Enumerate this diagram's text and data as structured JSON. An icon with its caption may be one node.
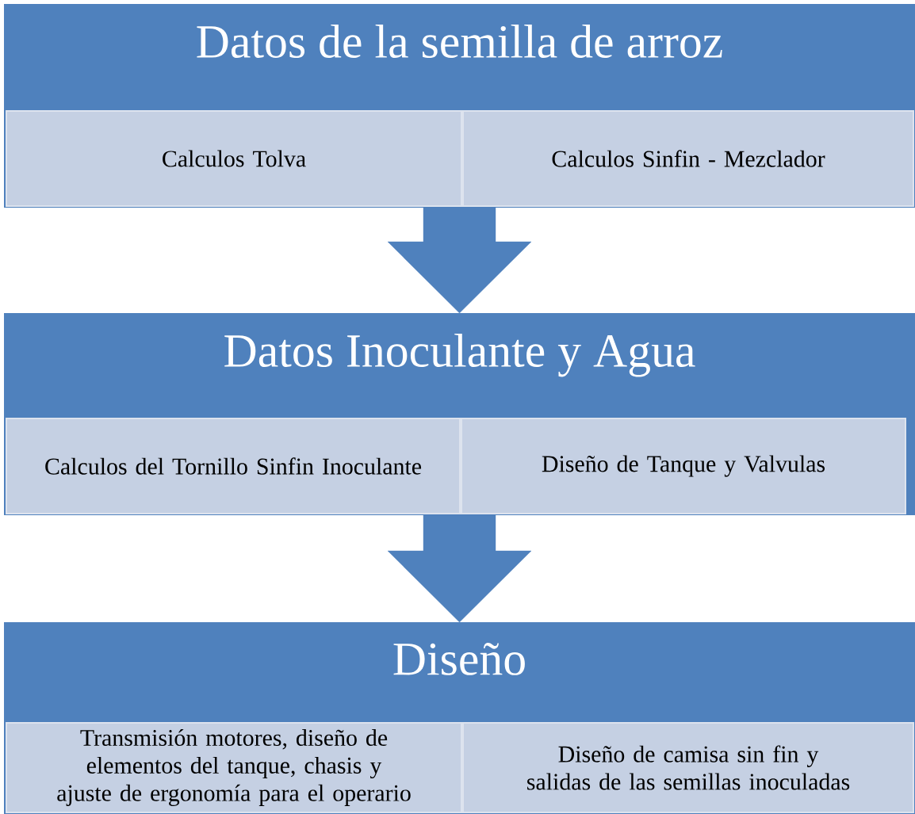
{
  "diagram": {
    "nodes": [
      {
        "text": [
          "Datos de la semilla de arroz"
        ]
      },
      {
        "text": [
          "Calculos Tolva"
        ],
        "in": 0
      },
      {
        "text": [
          "Calculos Sinfin - Mezclador"
        ],
        "in": 0
      },
      {
        "text": [
          "Datos Inoculante y Agua"
        ]
      },
      {
        "text": [
          "Calculos del Tornillo Sinfin Inoculante"
        ],
        "in": 3
      },
      {
        "text": [
          "Diseño de Tanque y Valvulas"
        ],
        "in": 3
      },
      {
        "text": [
          "Diseño"
        ]
      },
      {
        "text": [
          "Transmisión motores, diseño de elementos del tanque, chasis y ajuste de ergonomía para el operario"
        ],
        "in": 6
      },
      {
        "text": [
          "Diseño de camisa sin fin y salidas de las semillas inoculadas"
        ],
        "in": 6
      }
    ],
    "edges": [
      {
        "from": 0,
        "to": 3,
        "arrow": "to"
      },
      {
        "from": 3,
        "to": 6,
        "arrow": "to"
      }
    ]
  }
}
